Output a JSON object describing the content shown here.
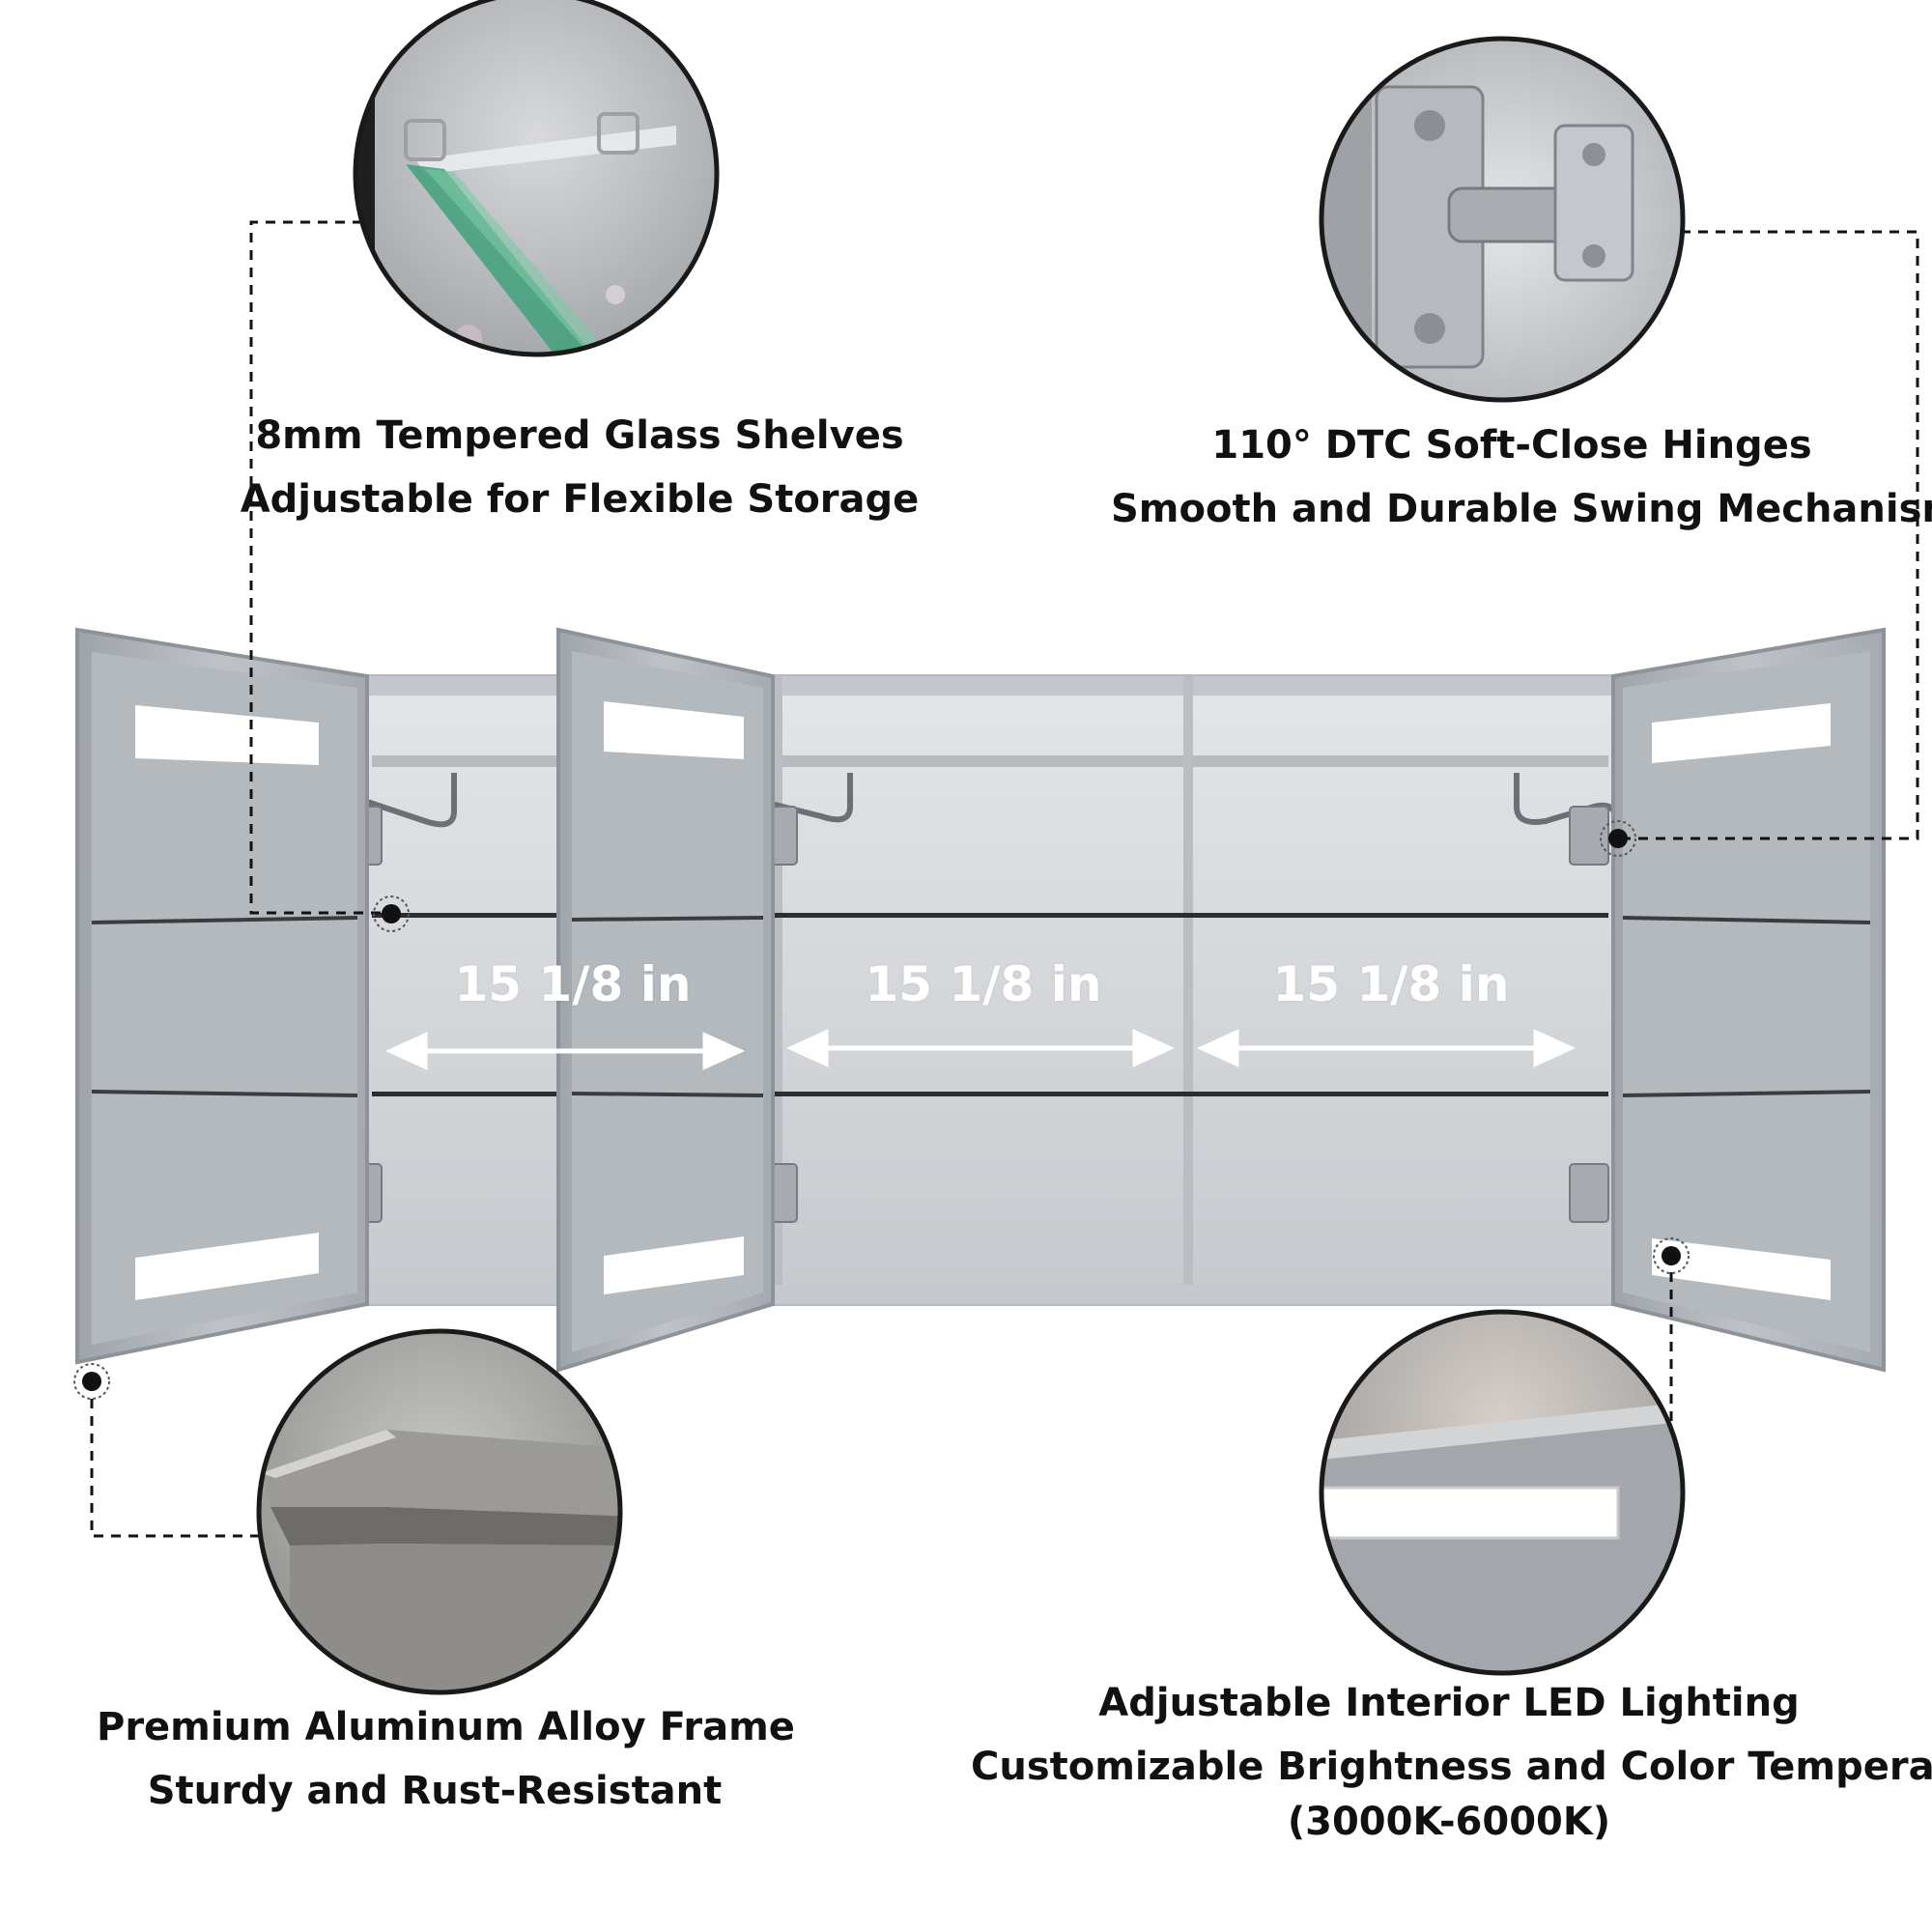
{
  "captions": {
    "glass_shelves": {
      "line1": "8mm Tempered Glass Shelves",
      "line2": "Adjustable for Flexible Storage"
    },
    "hinges": {
      "line1": "110° DTC Soft-Close Hinges",
      "line2": "Smooth and Durable Swing Mechanism"
    },
    "frame": {
      "line1": "Premium Aluminum Alloy Frame",
      "line2": "Sturdy and Rust-Resistant"
    },
    "led": {
      "line1": "Adjustable Interior LED Lighting",
      "line2": "Customizable Brightness and Color Temperature",
      "line3": "(3000K-6000K)"
    }
  },
  "dimensions": {
    "left": "15 1/8 in",
    "center": "15 1/8 in",
    "right": "15 1/8 in"
  },
  "colors": {
    "cabinet_interior": "#d3d6da",
    "cabinet_frame": "#b9bdc2",
    "mirror_door": "#a9aeb4",
    "led_strip": "#ffffff",
    "caption_text": "#111111",
    "callout_line": "#111111"
  }
}
